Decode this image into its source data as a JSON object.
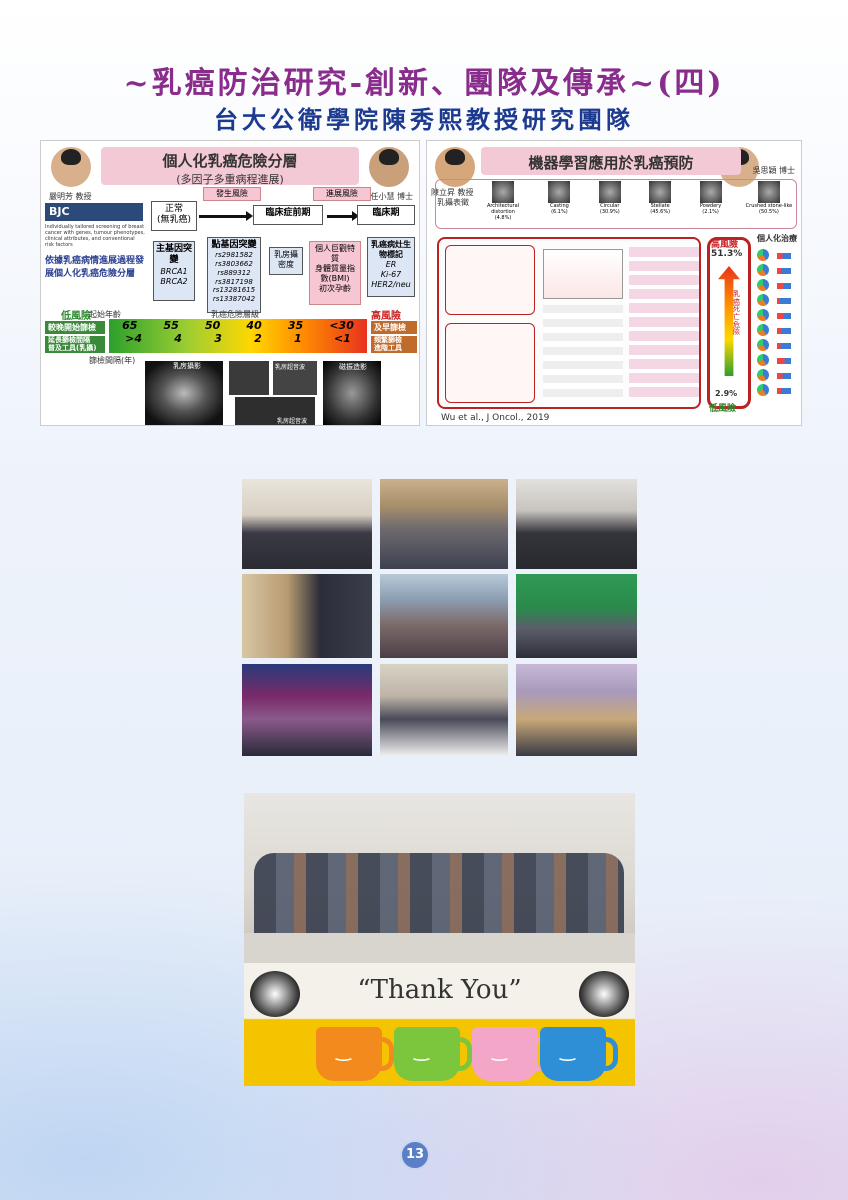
{
  "page": {
    "title": "~乳癌防治研究-創新、團隊及傳承~(四)",
    "subtitle": "台大公衛學院陳秀熙教授研究團隊",
    "page_number": "13"
  },
  "left_slide": {
    "heading": "個人化乳癌危險分層",
    "subheading": "(多因子多重病程進展)",
    "presenter_left": "嚴明芳 教授",
    "presenter_right": "任小慧 博士",
    "journal": "BJC",
    "journal_text": "Individually tailored screening of breast cancer with genes, tumour phenotypes, clinical attributes, and conventional risk factors",
    "statement": "依據乳癌病情進展過程發展個人化乳癌危險分層",
    "stage_onset": "發生風險",
    "stage_progress": "進展風險",
    "state_normal": "正常\n(無乳癌)",
    "state_preclinical": "臨床症前期",
    "state_clinical": "臨床期",
    "factor_gene_title": "主基因突變",
    "factor_gene_items": "BRCA1\nBRCA2",
    "factor_snp_title": "點基因突變",
    "factor_snp_items": "rs2981582\nrs3803662\nrs889312\nrs3817198\nrs13281615\nrs13387042",
    "factor_density": "乳房攝密度",
    "factor_personal": "個人巨觀特質\n身體質量指數(BMI)\n初次孕齡",
    "factor_marker_title": "乳癌病灶生物標記",
    "factor_marker_items": "ER\nKi-67\nHER2/neu",
    "low_risk": "低風險",
    "high_risk": "高風險",
    "start_age": "起始年齡",
    "risk_level": "乳癌危險層級",
    "later_start": "較晚開始篩檢",
    "longer_interval": "延長篩檢間隔\n普及工具(乳攝)",
    "earlier_start": "及早篩檢",
    "frequent": "頻繁篩檢\n進階工具",
    "ages": [
      "65",
      "55",
      "50",
      "40",
      "35",
      "<30"
    ],
    "intervals": [
      ">4",
      "4",
      "3",
      "2",
      "1",
      "<1"
    ],
    "interval_label": "篩檢間隔(年)",
    "img_mammo": "乳房攝影",
    "img_ultrasound": "乳房超音波",
    "img_mri": "磁振造影",
    "img_us2": "乳房超音波"
  },
  "right_slide": {
    "heading": "機器學習應用於乳癌預防",
    "presenter_left": "陳立昇 教授",
    "presenter_right": "吳思穎 博士",
    "row_label": "乳攝表徵",
    "features": [
      {
        "name": "Architectural distortion",
        "pct": "(4.8%)"
      },
      {
        "name": "Casting",
        "pct": "(6.1%)"
      },
      {
        "name": "Circular",
        "pct": "(30.9%)"
      },
      {
        "name": "Stellate",
        "pct": "(45.6%)"
      },
      {
        "name": "Powdery",
        "pct": "(2.1%)"
      },
      {
        "name": "Crushed stone-like",
        "pct": "(50.5%)"
      }
    ],
    "high_risk": "高風險",
    "high_value": "51.3%",
    "low_risk": "低風險",
    "low_value": "2.9%",
    "gauge_label": "乳癌死亡危險",
    "personal_label": "個人化治療",
    "citation": "Wu et al., J Oncol., 2019"
  },
  "thank_you": {
    "text": "“Thank You”"
  }
}
